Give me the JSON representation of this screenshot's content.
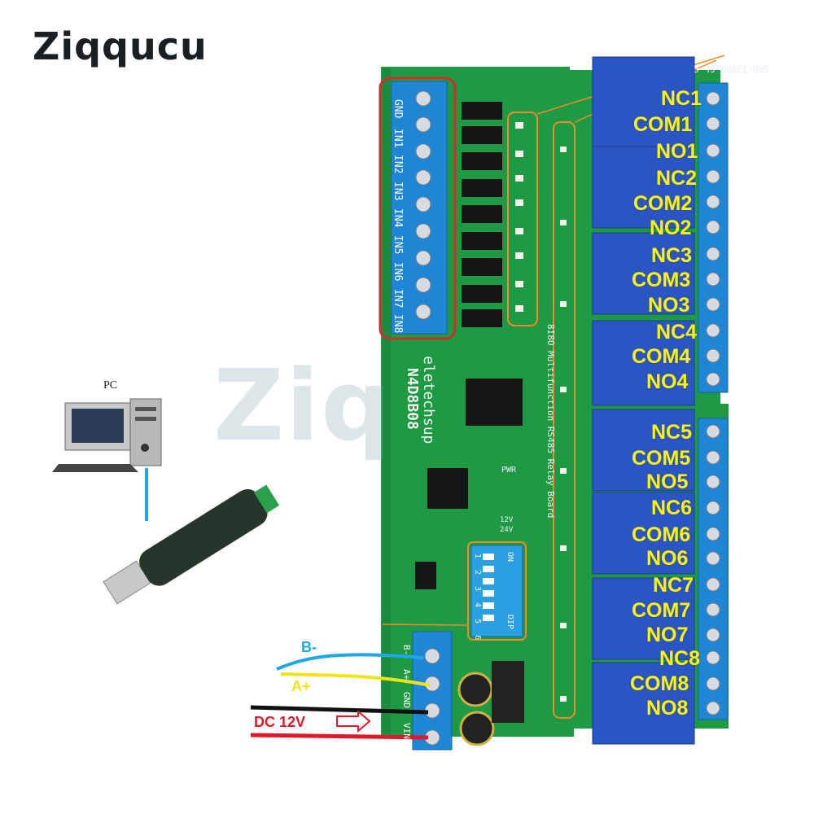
{
  "brand": {
    "logo_text": "Ziqqucu"
  },
  "watermark": {
    "text": "Ziq"
  },
  "pc": {
    "label": "PC"
  },
  "board": {
    "name_line1": "eletechsup",
    "name_line2": "N4D8B08",
    "description": "8I8O Multifunction RS485 Relay Board",
    "dip_on": "ON",
    "dip_dip": "DIP",
    "dip_numbers": "1 2 3 4 5 6",
    "pwr": "PWR",
    "v12": "12V",
    "v24": "24V"
  },
  "input_terminals": [
    "GND",
    "IN1",
    "IN2",
    "IN3",
    "IN4",
    "IN5",
    "IN6",
    "IN7",
    "IN8"
  ],
  "power_terminals": [
    "B-",
    "A+",
    "GND",
    "VIN"
  ],
  "relay_labels": [
    "NC1",
    "COM1",
    "NO1",
    "NC2",
    "COM2",
    "NO2",
    "NC3",
    "COM3",
    "NO3",
    "NC4",
    "COM4",
    "NO4",
    "NC5",
    "COM5",
    "NO5",
    "NC6",
    "COM6",
    "NO6",
    "NC7",
    "COM7",
    "NO7",
    "NC8",
    "COM8",
    "NO8"
  ],
  "relay_text": "SRD-12VDC-SL-C",
  "wires": {
    "b_minus": "B-",
    "a_plus": "A+",
    "dc": "DC 12V"
  },
  "colors": {
    "pcb": "#1f9a44",
    "relay": "#2a55c4",
    "terminal": "#1f86d6",
    "label_yellow": "#f3f321",
    "wire_blue": "#1fa8e8",
    "wire_yellow": "#f2e21e",
    "wire_red": "#e0192a",
    "highlight_red": "#d42a2a",
    "highlight_orange": "#f08a2a"
  }
}
